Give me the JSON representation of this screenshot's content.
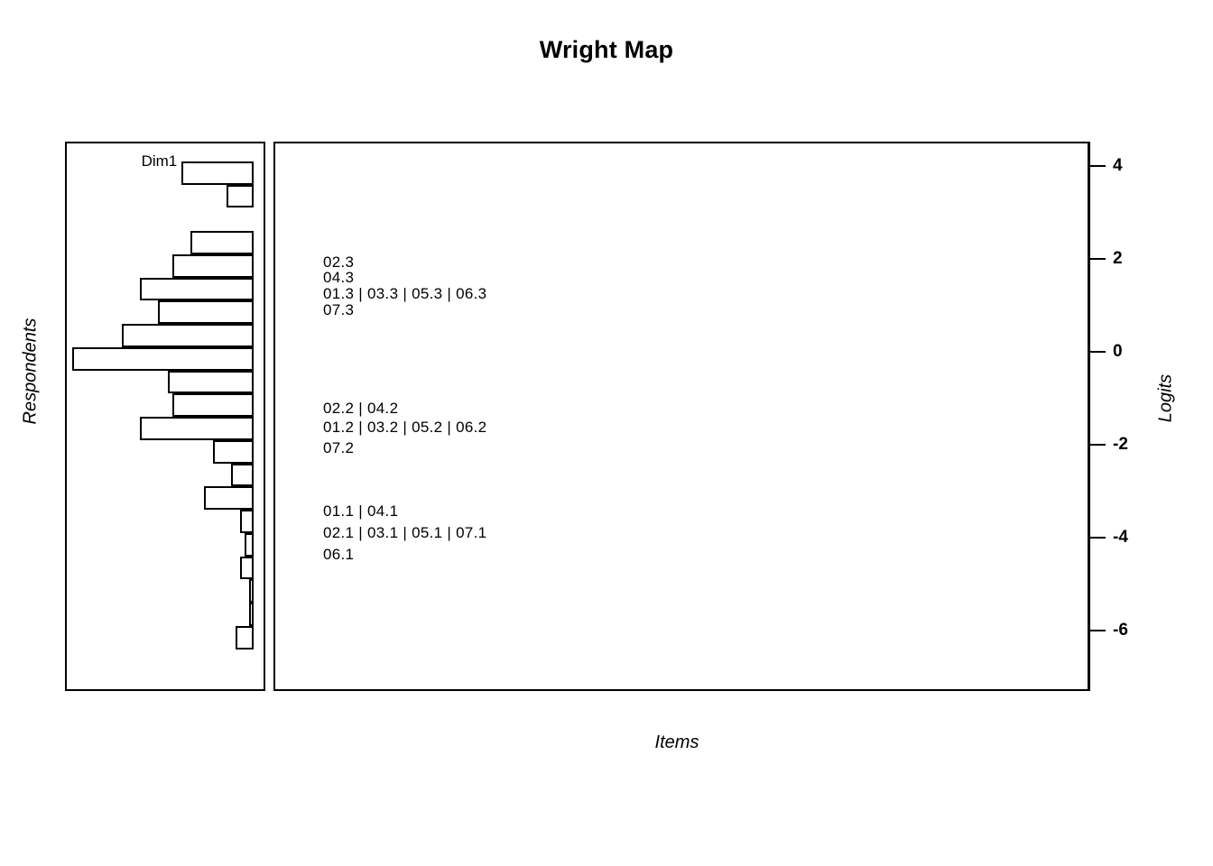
{
  "title": "Wright Map",
  "axes": {
    "left_title": "Respondents",
    "right_title": "Logits",
    "bottom_title": "Items"
  },
  "histogram": {
    "dim_label": "Dim1"
  },
  "chart_data": {
    "type": "bar",
    "title": "Wright Map",
    "subtitle": "",
    "xlabel": "Items",
    "ylabel": "Logits",
    "left_panel_label": "Respondents",
    "grid": false,
    "legend": null,
    "ylim": [
      -6.9,
      4.6
    ],
    "yticks": [
      4,
      2,
      0,
      -2,
      -4,
      -6
    ],
    "ytick_labels": [
      "4",
      "2",
      "0",
      "-2",
      "-4",
      "-6"
    ],
    "respondent_histogram": {
      "orientation": "horizontal",
      "series_name": "Dim1",
      "note": "Bars extend leftward from the right edge of the left panel; length is respondent frequency at each logit bin.",
      "bins": [
        {
          "logit_center": 3.85,
          "logit_low": 4.1,
          "logit_high": 3.6,
          "frequency": 16
        },
        {
          "logit_center": 3.35,
          "logit_low": 3.6,
          "logit_high": 3.1,
          "frequency": 6
        },
        {
          "logit_center": 2.35,
          "logit_low": 2.6,
          "logit_high": 2.1,
          "frequency": 14
        },
        {
          "logit_center": 1.85,
          "logit_low": 2.1,
          "logit_high": 1.6,
          "frequency": 18
        },
        {
          "logit_center": 1.35,
          "logit_low": 1.6,
          "logit_high": 1.1,
          "frequency": 25
        },
        {
          "logit_center": 0.85,
          "logit_low": 1.1,
          "logit_high": 0.6,
          "frequency": 21
        },
        {
          "logit_center": 0.35,
          "logit_low": 0.6,
          "logit_high": 0.1,
          "frequency": 29
        },
        {
          "logit_center": -0.15,
          "logit_low": 0.1,
          "logit_high": -0.4,
          "frequency": 40
        },
        {
          "logit_center": -0.65,
          "logit_low": -0.4,
          "logit_high": -0.9,
          "frequency": 19
        },
        {
          "logit_center": -1.15,
          "logit_low": -0.9,
          "logit_high": -1.4,
          "frequency": 18
        },
        {
          "logit_center": -1.65,
          "logit_low": -1.4,
          "logit_high": -1.9,
          "frequency": 25
        },
        {
          "logit_center": -2.15,
          "logit_low": -1.9,
          "logit_high": -2.4,
          "frequency": 9
        },
        {
          "logit_center": -2.65,
          "logit_low": -2.4,
          "logit_high": -2.9,
          "frequency": 5
        },
        {
          "logit_center": -3.15,
          "logit_low": -2.9,
          "logit_high": -3.4,
          "frequency": 11
        },
        {
          "logit_center": -3.65,
          "logit_low": -3.4,
          "logit_high": -3.9,
          "frequency": 3
        },
        {
          "logit_center": -4.15,
          "logit_low": -3.9,
          "logit_high": -4.4,
          "frequency": 2
        },
        {
          "logit_center": -4.65,
          "logit_low": -4.4,
          "logit_high": -4.9,
          "frequency": 3
        },
        {
          "logit_center": -5.15,
          "logit_low": -4.9,
          "logit_high": -5.4,
          "frequency": 1
        },
        {
          "logit_center": -5.65,
          "logit_low": -5.4,
          "logit_high": -5.9,
          "frequency": 1
        },
        {
          "logit_center": -6.15,
          "logit_low": -5.9,
          "logit_high": -6.4,
          "frequency": 4
        }
      ]
    },
    "item_thresholds": [
      {
        "logit": 1.95,
        "labels": "02.3"
      },
      {
        "logit": 1.62,
        "labels": "04.3"
      },
      {
        "logit": 1.26,
        "labels": "01.3 | 03.3 | 05.3 | 06.3"
      },
      {
        "logit": 0.92,
        "labels": "07.3"
      },
      {
        "logit": -1.2,
        "labels": "02.2 | 04.2"
      },
      {
        "logit": -1.62,
        "labels": "01.2 | 03.2 | 05.2 | 06.2"
      },
      {
        "logit": -2.05,
        "labels": "07.2"
      },
      {
        "logit": -3.42,
        "labels": "01.1 | 04.1"
      },
      {
        "logit": -3.88,
        "labels": "02.1 | 03.1 | 05.1 | 07.1"
      },
      {
        "logit": -4.35,
        "labels": "06.1"
      }
    ]
  },
  "colors": {
    "ink": "#000000",
    "background": "#ffffff"
  }
}
